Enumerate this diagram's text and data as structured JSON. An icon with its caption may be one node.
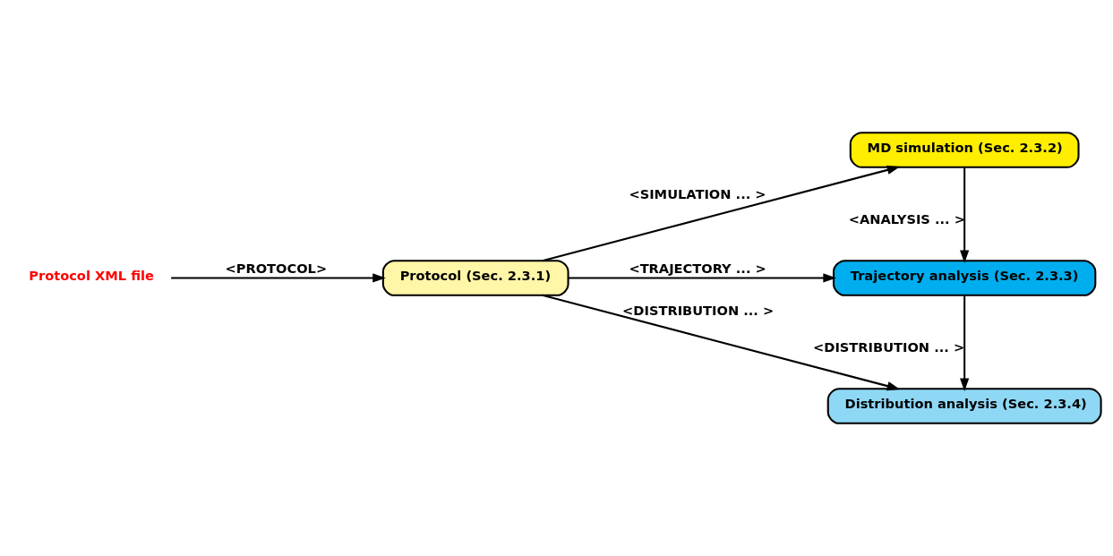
{
  "diagram": {
    "nodes": [
      {
        "text": [
          "Protocol XML file"
        ]
      },
      {
        "text": [
          "Protocol (Sec. 2.3.1)"
        ]
      },
      {
        "text": [
          "MD simulation (Sec. 2.3.2)"
        ]
      },
      {
        "text": [
          "Trajectory analysis (Sec. 2.3.3)"
        ]
      },
      {
        "text": [
          "Distribution analysis (Sec. 2.3.4)"
        ]
      }
    ],
    "edges": [
      {
        "from": 0,
        "to": 1,
        "arrow": "to",
        "label": "<PROTOCOL>"
      },
      {
        "from": 1,
        "to": 2,
        "arrow": "to",
        "label": "<SIMULATION ... >"
      },
      {
        "from": 2,
        "to": 3,
        "arrow": "to",
        "label": "<ANALYSIS ... >"
      },
      {
        "from": 1,
        "to": 3,
        "arrow": "to",
        "label": "<TRAJECTORY ... >"
      },
      {
        "from": 3,
        "to": 4,
        "arrow": "to",
        "label": "<DISTRIBUTION ... >"
      },
      {
        "from": 1,
        "to": 4,
        "arrow": "to",
        "label": "<DISTRIBUTION ... >"
      }
    ]
  }
}
